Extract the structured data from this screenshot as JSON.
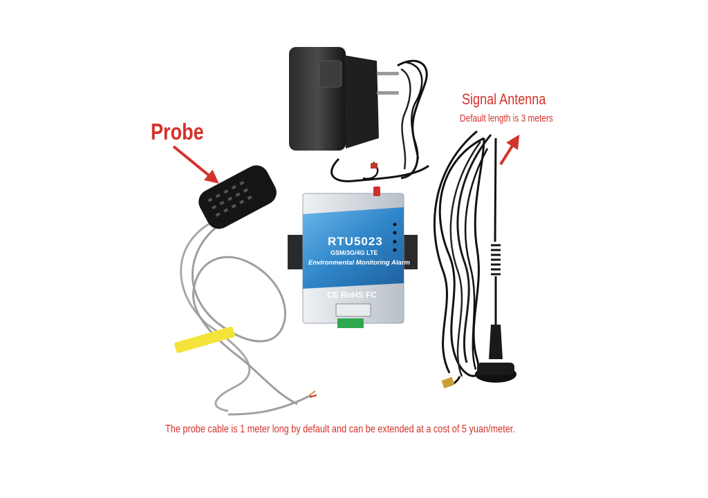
{
  "annotations": {
    "probe_label": "Probe",
    "antenna_label": "Signal Antenna",
    "antenna_note": "Default length is 3 meters",
    "cable_note": "The probe cable is 1 meter long by default and can be extended at a cost of 5 yuan/meter."
  },
  "device": {
    "model": "RTU5023",
    "bands": "GSM/3G/4G LTE",
    "title": "Environmental Monitoring Alarm",
    "certifications": "CE RoHS FC"
  },
  "colors": {
    "annotation_red": "#d4322c",
    "device_blue": "#2f86c8",
    "device_silver": "#c9ced4",
    "cable_gray": "#a8a8a8",
    "black_parts": "#1b1b1b"
  }
}
